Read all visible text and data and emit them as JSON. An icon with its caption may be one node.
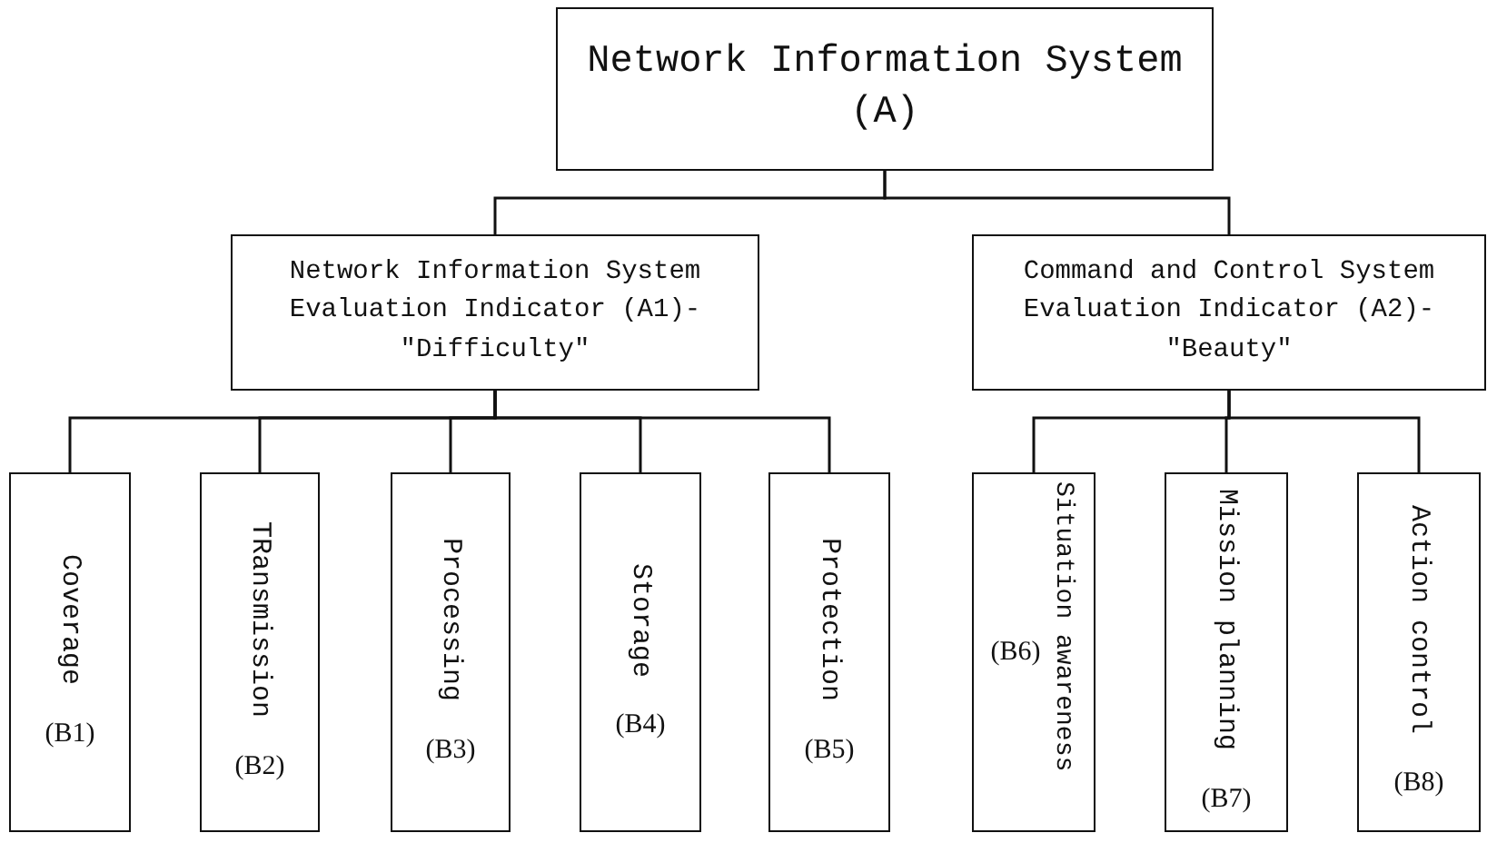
{
  "diagram": {
    "nodes": [
      {
        "text": [
          "Network Information System (A)"
        ]
      },
      {
        "text": [
          "Network Information System Evaluation Indicator (A1)- \"Difficulty\""
        ]
      },
      {
        "text": [
          "Command and Control System Evaluation Indicator (A2)- \"Beauty\""
        ]
      },
      {
        "text": [
          "Coverage",
          "(B1)"
        ]
      },
      {
        "text": [
          "TRansmission",
          "(B2)"
        ]
      },
      {
        "text": [
          "Processing",
          "(B3)"
        ]
      },
      {
        "text": [
          "Storage",
          "(B4)"
        ]
      },
      {
        "text": [
          "Protection",
          "(B5)"
        ]
      },
      {
        "text": [
          "Situation awareness",
          "(B6)"
        ]
      },
      {
        "text": [
          "Mission planning",
          "(B7)"
        ]
      },
      {
        "text": [
          "Action control",
          "(B8)"
        ]
      }
    ],
    "edges": [
      {
        "from": 0,
        "to": 1,
        "arrow": "none"
      },
      {
        "from": 0,
        "to": 2,
        "arrow": "none"
      },
      {
        "from": 1,
        "to": 3,
        "arrow": "none"
      },
      {
        "from": 1,
        "to": 4,
        "arrow": "none"
      },
      {
        "from": 1,
        "to": 5,
        "arrow": "none"
      },
      {
        "from": 1,
        "to": 6,
        "arrow": "none"
      },
      {
        "from": 1,
        "to": 7,
        "arrow": "none"
      },
      {
        "from": 2,
        "to": 8,
        "arrow": "none"
      },
      {
        "from": 2,
        "to": 9,
        "arrow": "none"
      },
      {
        "from": 2,
        "to": 10,
        "arrow": "none"
      }
    ]
  }
}
